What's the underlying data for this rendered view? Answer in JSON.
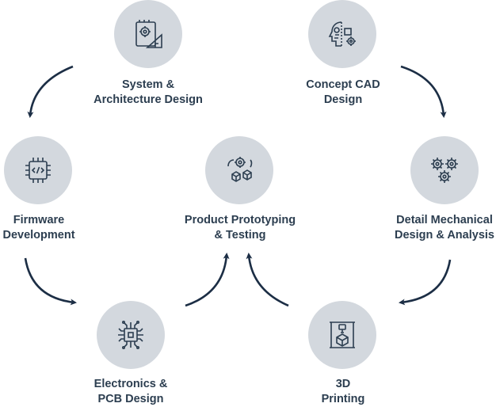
{
  "nodes": [
    {
      "id": "system",
      "lines": [
        "System &",
        "Architecture Design"
      ],
      "icon": "blueprint-gears-icon"
    },
    {
      "id": "cad",
      "lines": [
        "Concept CAD",
        "Design"
      ],
      "icon": "head-gear-icon"
    },
    {
      "id": "firmware",
      "lines": [
        "Firmware",
        "Development"
      ],
      "icon": "chip-code-icon"
    },
    {
      "id": "prototyping",
      "lines": [
        "Product Prototyping",
        "& Testing"
      ],
      "icon": "gear-cube-cycle-icon"
    },
    {
      "id": "mechanical",
      "lines": [
        "Detail Mechanical",
        "Design & Analysis"
      ],
      "icon": "gears-icon"
    },
    {
      "id": "electronics",
      "lines": [
        "Electronics &",
        "PCB Design"
      ],
      "icon": "pcb-chip-icon"
    },
    {
      "id": "printing",
      "lines": [
        "3D",
        "Printing"
      ],
      "icon": "3d-printer-icon"
    }
  ],
  "colors": {
    "circle": "#d3d8de",
    "text": "#2c3e50",
    "arrow": "#1c2e45",
    "icon": "#2c3e50"
  }
}
